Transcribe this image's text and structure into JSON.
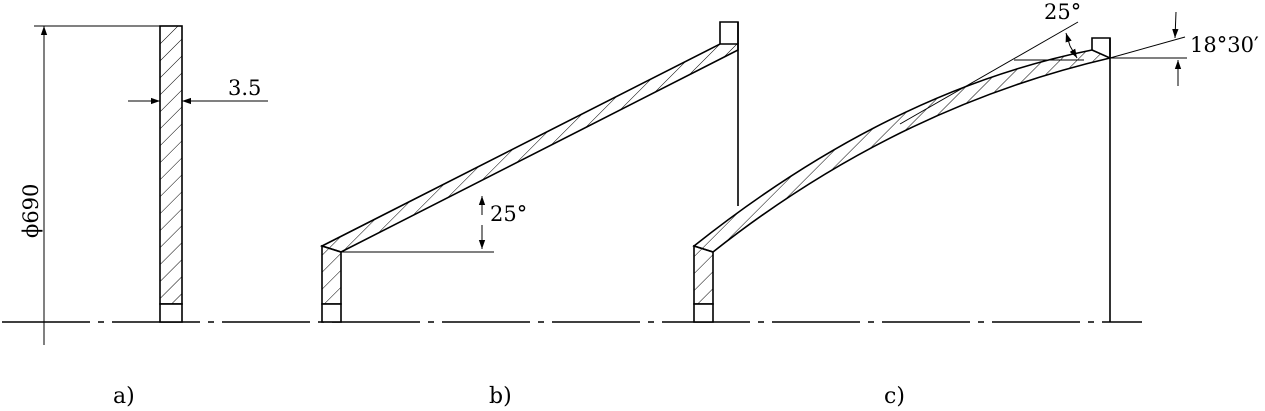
{
  "figure": {
    "panels": [
      {
        "id": "a",
        "label": "a)"
      },
      {
        "id": "b",
        "label": "b)"
      },
      {
        "id": "c",
        "label": "c)"
      }
    ],
    "dimensions": {
      "diameter": "ϕ690",
      "thickness": "3.5",
      "cone_angle_b": "25°",
      "cone_angle_c": "25°",
      "edge_angle_c": "18°30′"
    }
  }
}
